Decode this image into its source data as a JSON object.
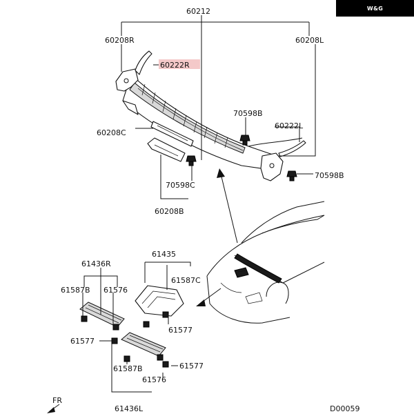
{
  "brand": {
    "logo_text": "W&G"
  },
  "callouts": {
    "p60212": "60212",
    "p60208r": "60208R",
    "p60208l": "60208L",
    "p60222r": "60222R",
    "p70598b_top": "70598B",
    "p60222l": "60222L",
    "p60208c": "60208C",
    "p70598b_right": "70598B",
    "p70598c": "70598C",
    "p60208b": "60208B",
    "p61435": "61435",
    "p61436r": "61436R",
    "p61587c": "61587C",
    "p61587b_top": "61587B",
    "p61576_top": "61576",
    "p61577_mid": "61577",
    "p61577_left": "61577",
    "p61587b_bottom": "61587B",
    "p61577_bottom": "61577",
    "p61576_bottom": "61576",
    "p61436l": "61436L"
  },
  "direction": {
    "label": "FR"
  },
  "diagram_id": "D00059",
  "highlight_color": "#f4c9c9"
}
